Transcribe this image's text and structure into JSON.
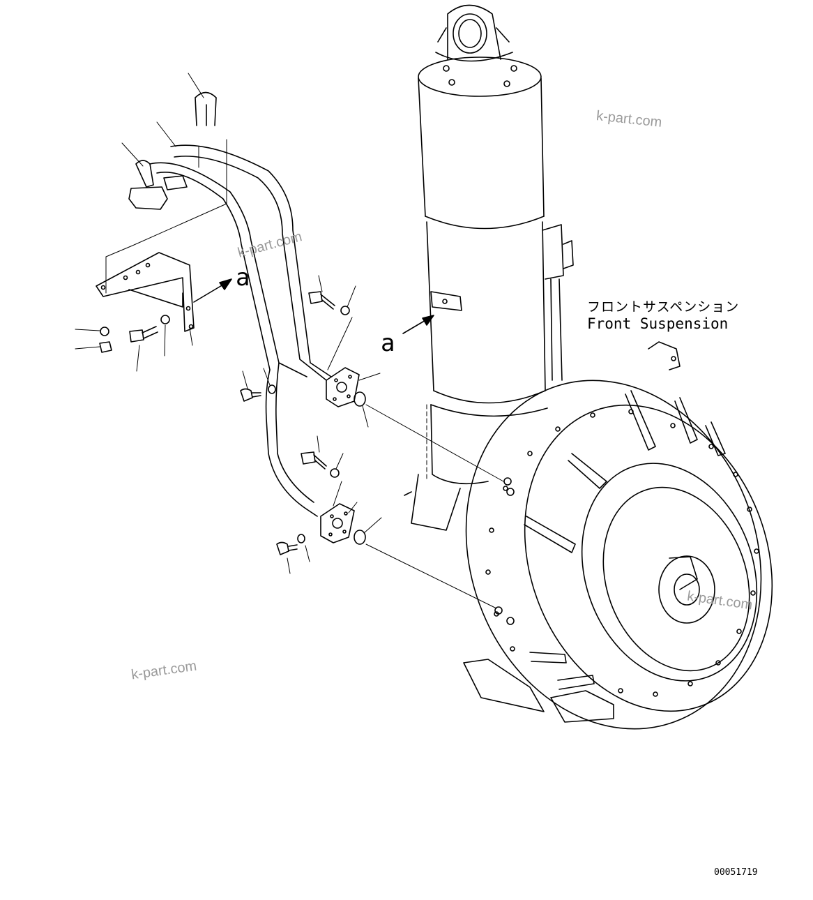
{
  "diagram": {
    "label_jp": "フロントサスペンション",
    "label_en": "Front Suspension",
    "view_marker": "a",
    "part_number": "00051719",
    "watermark": "k-part.com",
    "colors": {
      "line": "#000000",
      "watermark": "#9a9a9a",
      "background": "#ffffff"
    }
  }
}
